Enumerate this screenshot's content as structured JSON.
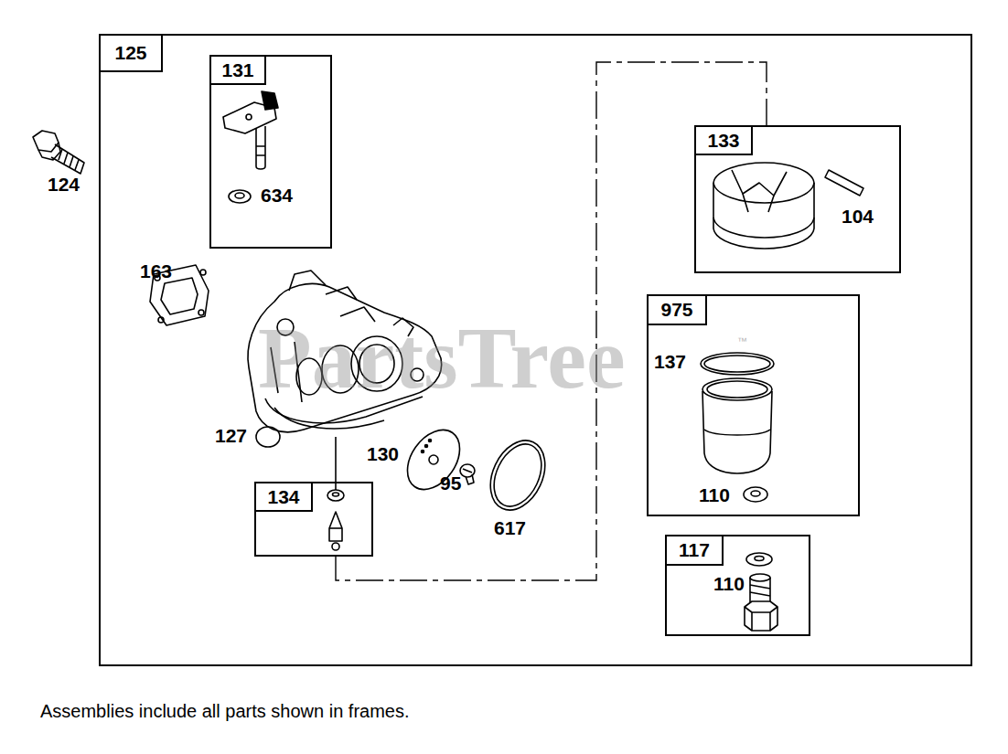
{
  "diagram": {
    "caption": "Assemblies include all parts shown in frames.",
    "nodes": [
      {
        "text": [
          "125"
        ]
      },
      {
        "text": [
          "131",
          "634"
        ],
        "in": 0
      },
      {
        "text": [
          "133",
          "104"
        ],
        "in": 0
      },
      {
        "text": [
          "975",
          "137",
          "110"
        ],
        "in": 0
      },
      {
        "text": [
          "134"
        ],
        "in": 0
      },
      {
        "text": [
          "117",
          "110"
        ],
        "in": 0
      }
    ],
    "edges": [
      {
        "from": 4,
        "to": 2,
        "arrow": "none"
      }
    ],
    "labels": [
      "124",
      "163",
      "127",
      "130",
      "95",
      "617",
      "PartsTree",
      "™"
    ]
  }
}
